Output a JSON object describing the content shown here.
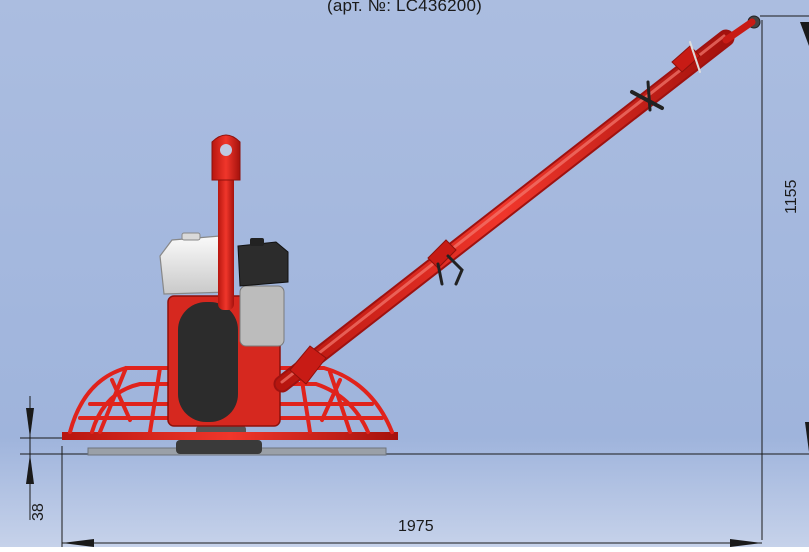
{
  "caption": "(арт. №: LC436200)",
  "dimensions": {
    "length": "1975",
    "height": "1155",
    "blade_gap": "38"
  },
  "colors": {
    "background_top": "#aebfe0",
    "background_bottom": "#c9d4ea",
    "frame_red": "#e0231c",
    "frame_red_dark": "#9e1210",
    "engine_white": "#efefef",
    "engine_dark": "#2c2c2c",
    "blade_gray": "#9aa0a8",
    "dimension_line": "#1a1a1a"
  }
}
